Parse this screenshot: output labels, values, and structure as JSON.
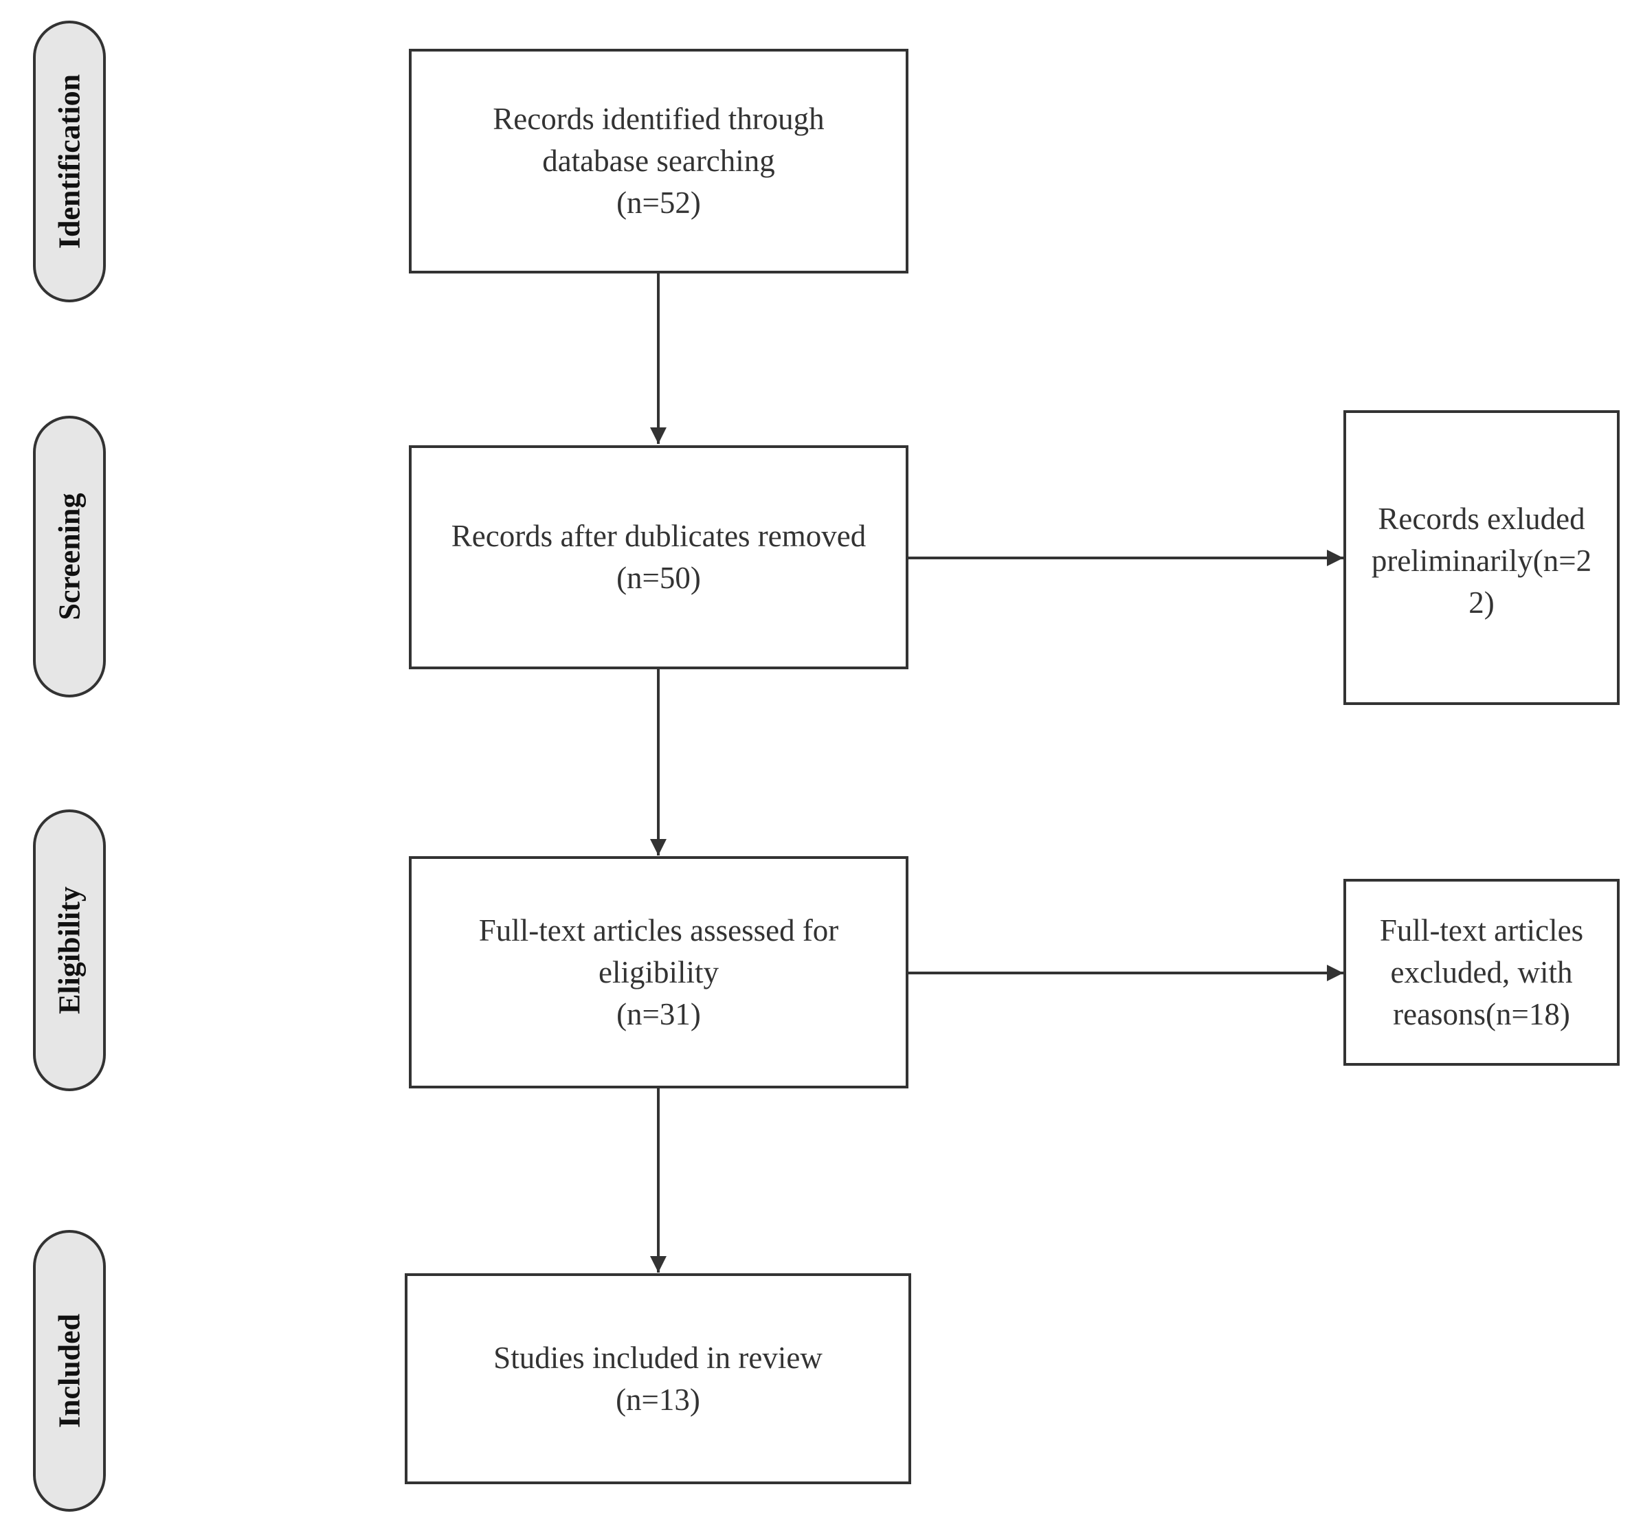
{
  "stages": [
    {
      "id": "identification",
      "label": "Identification"
    },
    {
      "id": "screening",
      "label": "Screening"
    },
    {
      "id": "eligibility",
      "label": "Eligibility"
    },
    {
      "id": "included",
      "label": "Included"
    }
  ],
  "boxes": {
    "identified": {
      "lines": [
        "Records identified through",
        "database searching",
        "(n=52)"
      ]
    },
    "after_duplicates": {
      "lines": [
        "Records after dublicates removed",
        "(n=50)"
      ]
    },
    "excluded_preliminarily": {
      "lines": [
        "Records exluded",
        "preliminarily(n=2",
        "2)"
      ]
    },
    "full_text_assessed": {
      "lines": [
        "Full-text articles assessed for",
        "eligibility",
        "(n=31)"
      ]
    },
    "full_text_excluded": {
      "lines": [
        "Full-text articles",
        "excluded, with",
        "reasons(n=18)"
      ]
    },
    "included": {
      "lines": [
        "Studies included in review",
        "(n=13)"
      ]
    }
  },
  "colors": {
    "stroke": "#333333",
    "pill_fill": "#e6e6e6",
    "text": "#333333"
  }
}
